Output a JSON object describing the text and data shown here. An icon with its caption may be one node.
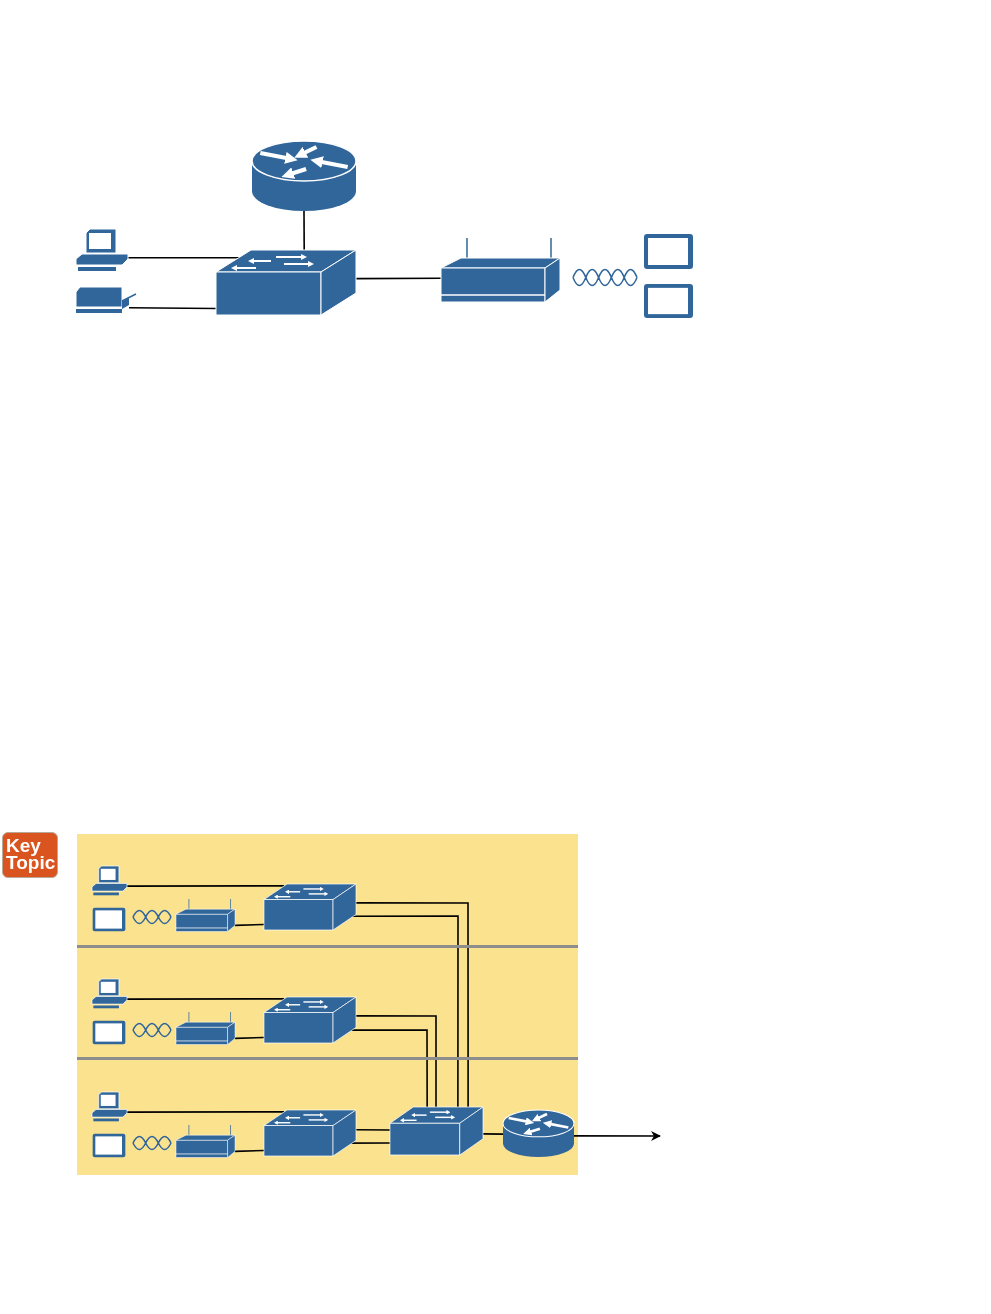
{
  "diagram": {
    "nodes": [
      {
        "text": [],
        "shape": "router"
      },
      {
        "text": [],
        "shape": "computer"
      },
      {
        "text": [],
        "shape": "printer"
      },
      {
        "text": [],
        "shape": "switch"
      },
      {
        "text": [],
        "shape": "access-point"
      },
      {
        "text": [],
        "shape": "tablet"
      },
      {
        "text": [],
        "shape": "tablet"
      },
      {
        "text": [],
        "shape": "band"
      },
      {
        "text": [],
        "shape": "band"
      },
      {
        "text": [],
        "shape": "band"
      },
      {
        "text": [],
        "shape": "computer",
        "in": 7
      },
      {
        "text": [],
        "shape": "tablet",
        "in": 7
      },
      {
        "text": [],
        "shape": "access-point",
        "in": 7
      },
      {
        "text": [],
        "shape": "switch",
        "in": 7
      },
      {
        "text": [],
        "shape": "computer",
        "in": 8
      },
      {
        "text": [],
        "shape": "tablet",
        "in": 8
      },
      {
        "text": [],
        "shape": "access-point",
        "in": 8
      },
      {
        "text": [],
        "shape": "switch",
        "in": 8
      },
      {
        "text": [],
        "shape": "computer",
        "in": 9
      },
      {
        "text": [],
        "shape": "tablet",
        "in": 9
      },
      {
        "text": [],
        "shape": "access-point",
        "in": 9
      },
      {
        "text": [],
        "shape": "switch",
        "in": 9
      },
      {
        "text": [],
        "shape": "switch",
        "in": 9
      },
      {
        "text": [],
        "shape": "router",
        "in": 9
      }
    ],
    "edges": [
      {
        "from": 1,
        "to": 3,
        "arrow": "none"
      },
      {
        "from": 2,
        "to": 3,
        "arrow": "none"
      },
      {
        "from": 0,
        "to": 3,
        "arrow": "none"
      },
      {
        "from": 3,
        "to": 4,
        "arrow": "none"
      },
      {
        "from": 10,
        "to": 13,
        "arrow": "none"
      },
      {
        "from": 12,
        "to": 13,
        "arrow": "none"
      },
      {
        "from": 14,
        "to": 17,
        "arrow": "none"
      },
      {
        "from": 16,
        "to": 17,
        "arrow": "none"
      },
      {
        "from": 18,
        "to": 21,
        "arrow": "none"
      },
      {
        "from": 20,
        "to": 21,
        "arrow": "none"
      },
      {
        "from": 13,
        "to": 22,
        "arrow": "none"
      },
      {
        "from": 13,
        "to": 22,
        "arrow": "none"
      },
      {
        "from": 17,
        "to": 22,
        "arrow": "none"
      },
      {
        "from": 17,
        "to": 22,
        "arrow": "none"
      },
      {
        "from": 21,
        "to": 22,
        "arrow": "none"
      },
      {
        "from": 21,
        "to": 22,
        "arrow": "none"
      },
      {
        "from": 22,
        "to": 23,
        "arrow": "none"
      },
      {
        "from": 23,
        "to": null,
        "arrow": "to"
      }
    ],
    "labels": [
      "Key Topic"
    ]
  }
}
